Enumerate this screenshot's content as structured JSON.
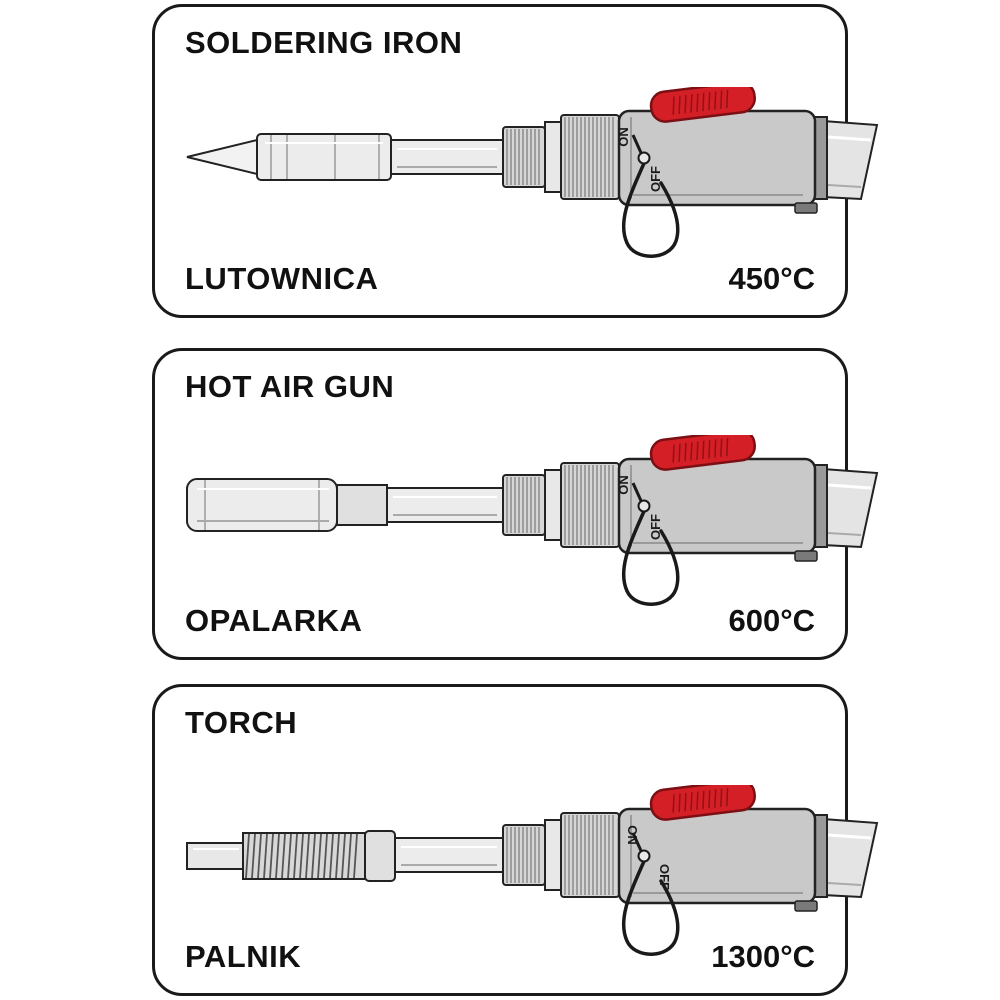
{
  "page": {
    "background": "#ffffff",
    "description": "Gas soldering tool 3-in-1 function diagram"
  },
  "colors": {
    "outline": "#1a1a1a",
    "body_gray": "#c9c9c9",
    "metal_light": "#ececec",
    "switch_red": "#d41f26",
    "switch_red_dark": "#7c0f14"
  },
  "panels": [
    {
      "id": "soldering-iron",
      "title_en": "SOLDERING IRON",
      "title_pl": "LUTOWNICA",
      "temperature": "450°C",
      "switch_on": "ON",
      "switch_off": "OFF",
      "tip_icon": "pointed-soldering-tip-icon"
    },
    {
      "id": "hot-air-gun",
      "title_en": "HOT AIR GUN",
      "title_pl": "OPALARKA",
      "temperature": "600°C",
      "switch_on": "ON",
      "switch_off": "OFF",
      "tip_icon": "hot-air-nozzle-icon"
    },
    {
      "id": "torch",
      "title_en": "TORCH",
      "title_pl": "PALNIK",
      "temperature": "1300°C",
      "switch_on": "ON",
      "switch_off": "OFF",
      "tip_icon": "flexible-torch-nozzle-icon"
    }
  ]
}
